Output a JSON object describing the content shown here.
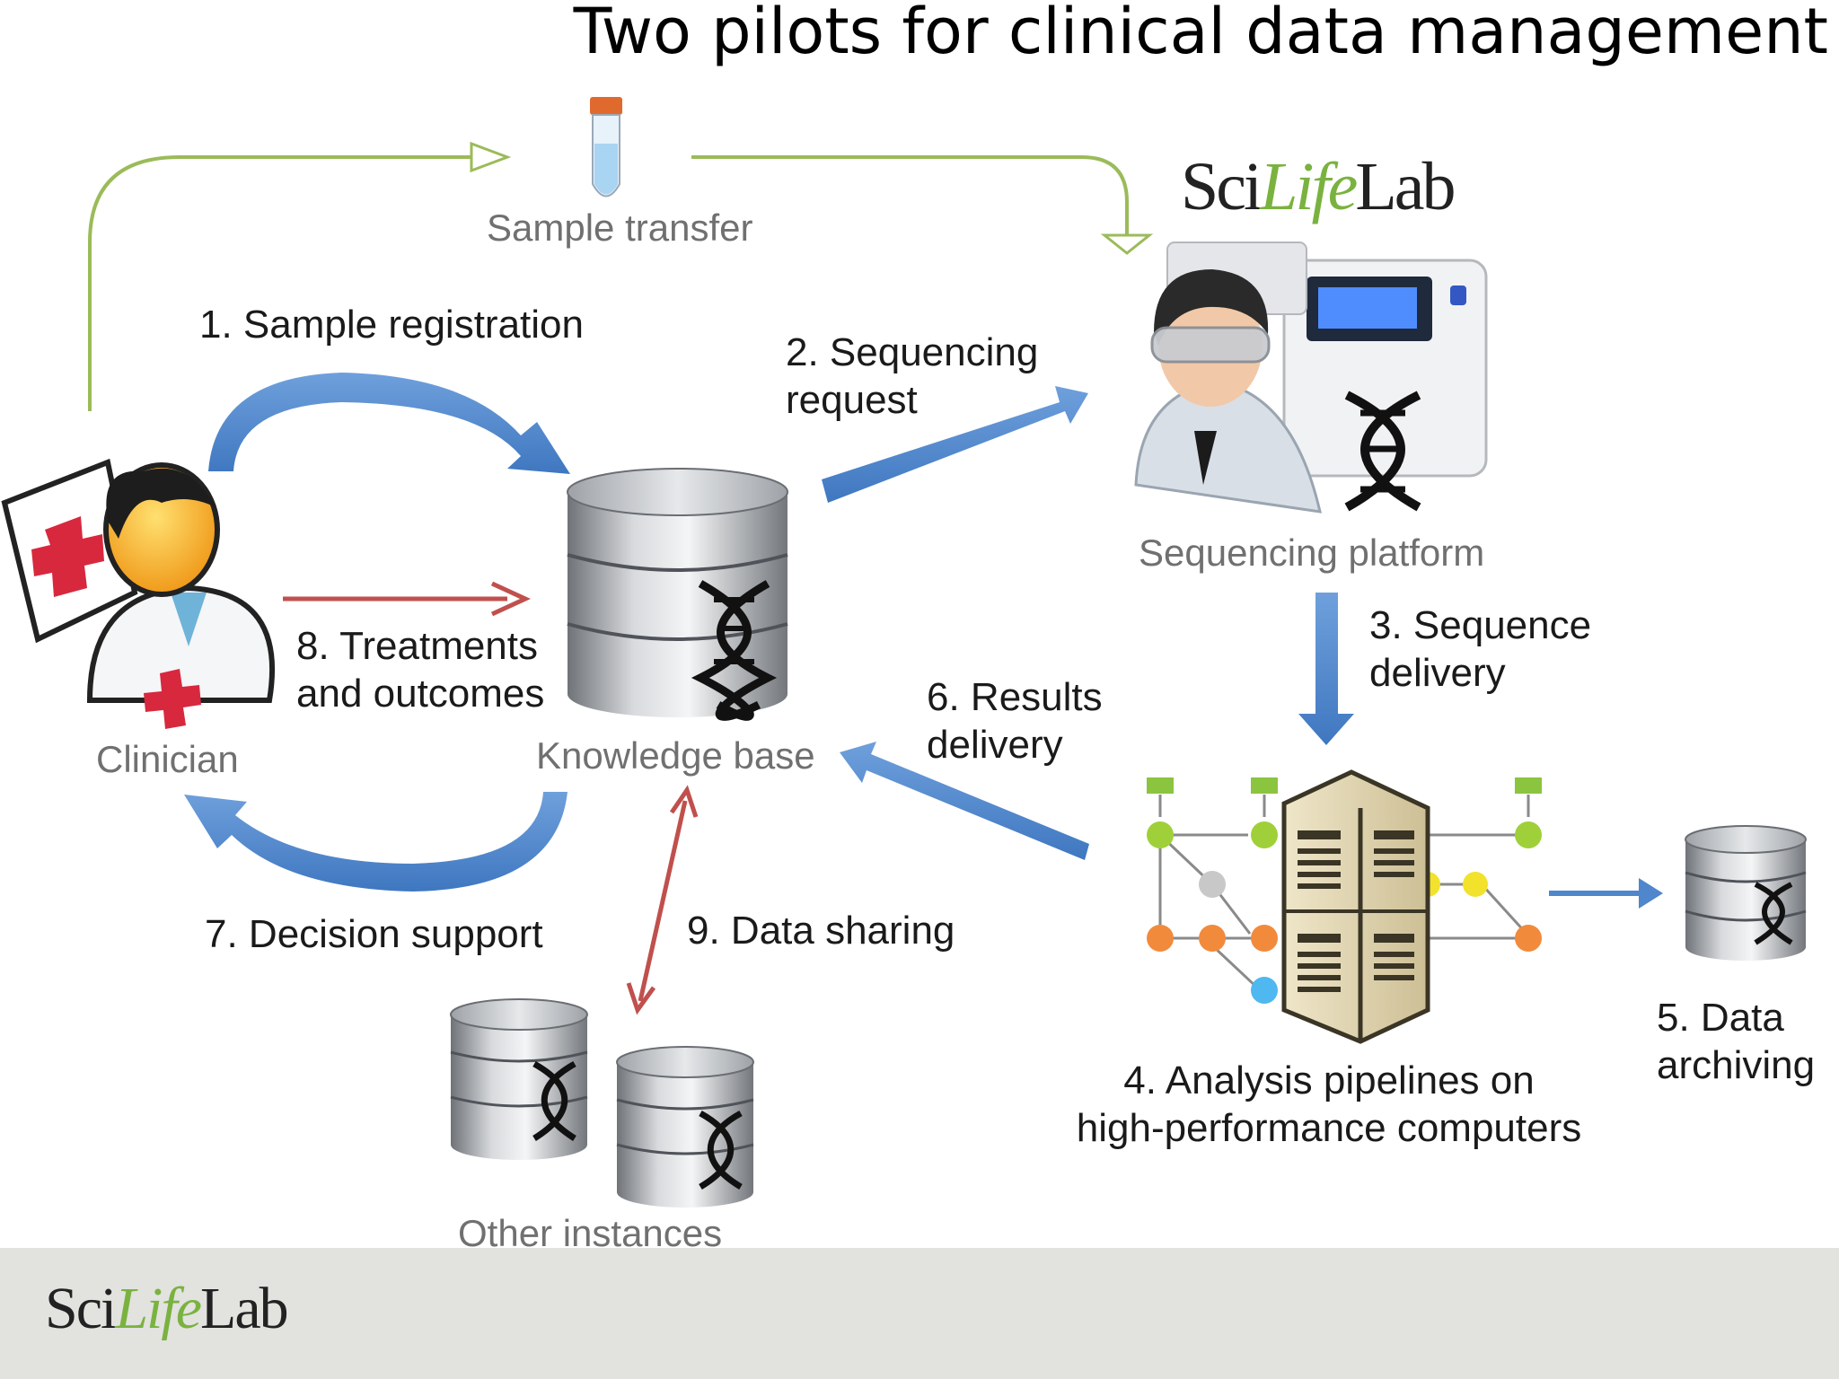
{
  "title": "Two pilots for clinical data management",
  "logo": {
    "part1": "Sci",
    "part2": "Life",
    "part3": "Lab"
  },
  "nodes": {
    "clinician": "Clinician",
    "knowledge_base": "Knowledge base",
    "sequencing_platform": "Sequencing platform",
    "other_instances": "Other instances",
    "sample_transfer": "Sample transfer"
  },
  "steps": {
    "s1": "1. Sample registration",
    "s2_l1": "2. Sequencing",
    "s2_l2": "request",
    "s3_l1": "3. Sequence",
    "s3_l2": "delivery",
    "s4_l1": "4. Analysis pipelines on",
    "s4_l2": "high-performance computers",
    "s5_l1": "5. Data",
    "s5_l2": "archiving",
    "s6_l1": "6. Results",
    "s6_l2": "delivery",
    "s7": "7. Decision support",
    "s8_l1": "8. Treatments",
    "s8_l2": "and outcomes",
    "s9": "9. Data sharing"
  },
  "colors": {
    "blue_arrow": "#4f86cc",
    "red_arrow": "#c0504d",
    "green_arrow": "#9bbb59",
    "logo_green": "#7ab23f",
    "footer": "#e2e2df"
  }
}
